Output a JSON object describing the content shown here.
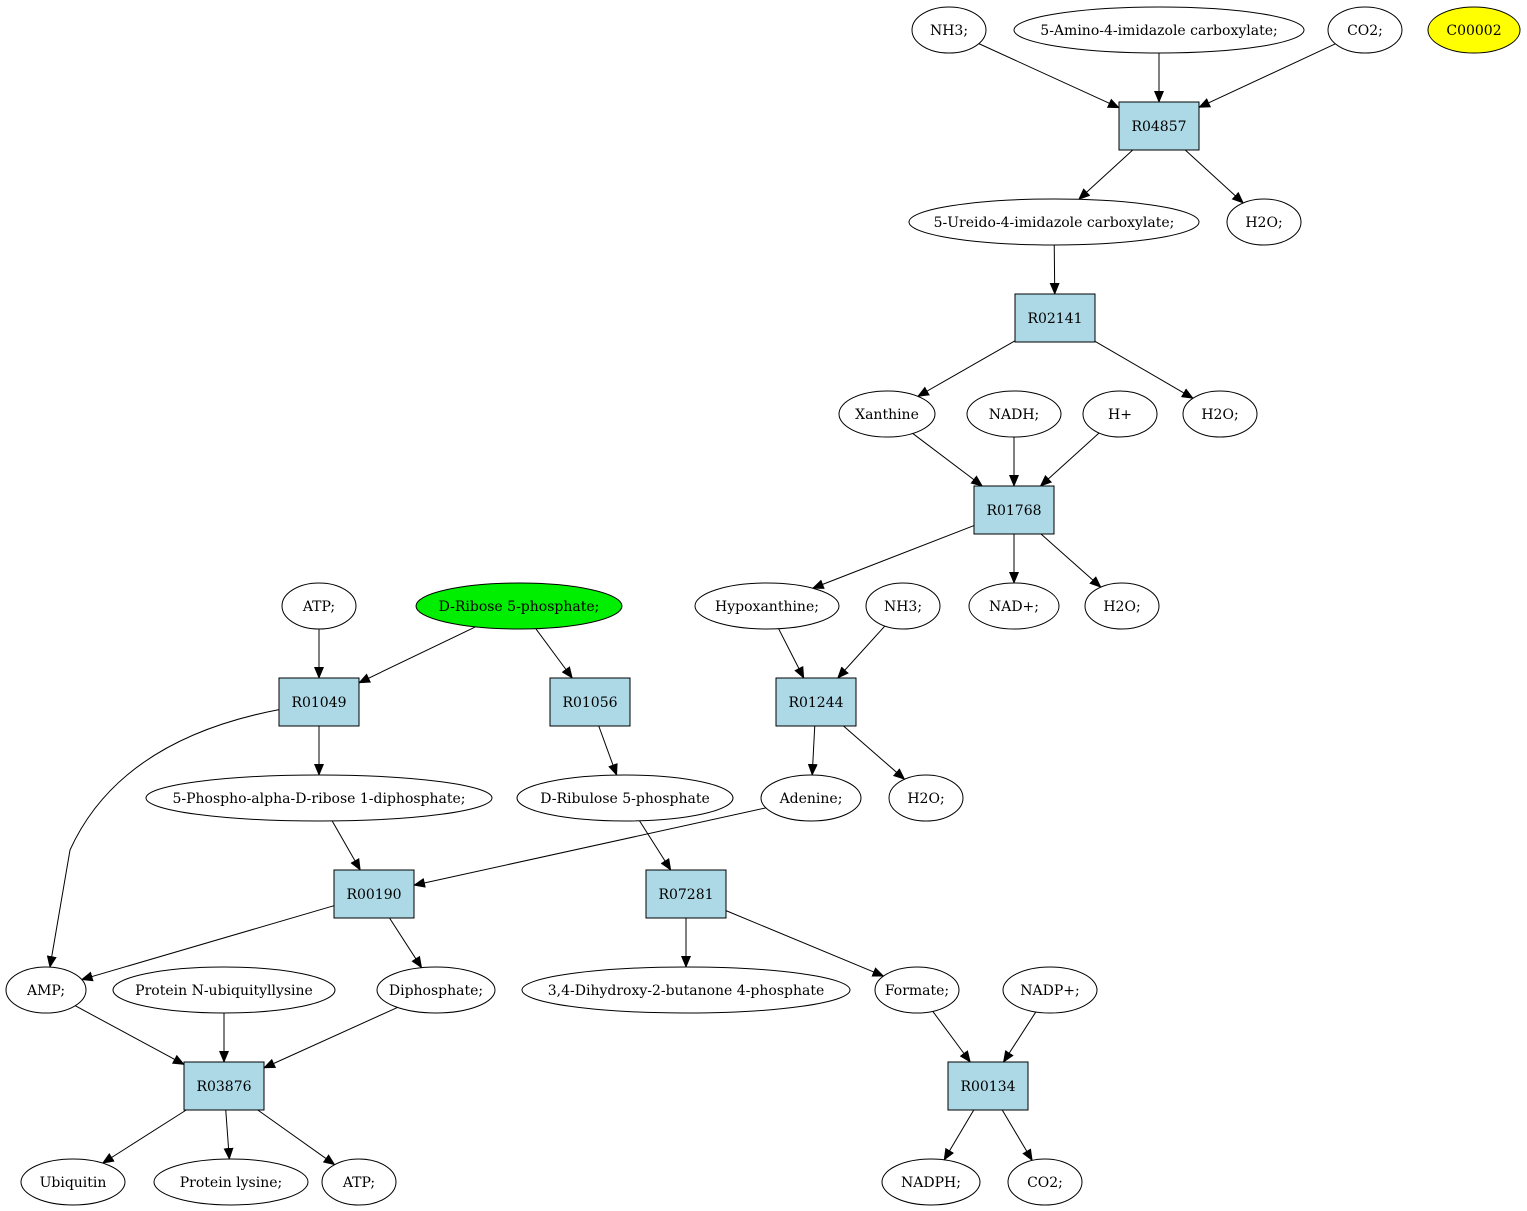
{
  "colors": {
    "compound_fill": "#ffffff",
    "reaction_fill": "#add8e6",
    "highlight_green": "#00ee00",
    "highlight_yellow": "#ffff00",
    "stroke": "#000000"
  },
  "nodes": [
    {
      "id": "c_nh3_1",
      "label": "NH3;",
      "kind": "compound"
    },
    {
      "id": "c_aica",
      "label": "5-Amino-4-imidazole carboxylate;",
      "kind": "compound"
    },
    {
      "id": "c_co2_1",
      "label": "CO2;",
      "kind": "compound"
    },
    {
      "id": "c_c00002",
      "label": "C00002",
      "kind": "compound",
      "fill": "highlight_yellow"
    },
    {
      "id": "r_R04857",
      "label": "R04857",
      "kind": "reaction"
    },
    {
      "id": "c_ureido",
      "label": "5-Ureido-4-imidazole carboxylate;",
      "kind": "compound"
    },
    {
      "id": "c_h2o_1",
      "label": "H2O;",
      "kind": "compound"
    },
    {
      "id": "r_R02141",
      "label": "R02141",
      "kind": "reaction"
    },
    {
      "id": "c_xanthine",
      "label": "Xanthine",
      "kind": "compound"
    },
    {
      "id": "c_nadh",
      "label": "NADH;",
      "kind": "compound"
    },
    {
      "id": "c_hplus",
      "label": "H+",
      "kind": "compound"
    },
    {
      "id": "c_h2o_2",
      "label": "H2O;",
      "kind": "compound"
    },
    {
      "id": "r_R01768",
      "label": "R01768",
      "kind": "reaction"
    },
    {
      "id": "c_atp_1",
      "label": "ATP;",
      "kind": "compound"
    },
    {
      "id": "c_ribose5p",
      "label": "D-Ribose 5-phosphate;",
      "kind": "compound",
      "fill": "highlight_green"
    },
    {
      "id": "c_hypoxanthine",
      "label": "Hypoxanthine;",
      "kind": "compound"
    },
    {
      "id": "c_nh3_2",
      "label": "NH3;",
      "kind": "compound"
    },
    {
      "id": "c_nadplus",
      "label": "NAD+;",
      "kind": "compound"
    },
    {
      "id": "c_h2o_3",
      "label": "H2O;",
      "kind": "compound"
    },
    {
      "id": "r_R01049",
      "label": "R01049",
      "kind": "reaction"
    },
    {
      "id": "r_R01056",
      "label": "R01056",
      "kind": "reaction"
    },
    {
      "id": "r_R01244",
      "label": "R01244",
      "kind": "reaction"
    },
    {
      "id": "c_prpp",
      "label": "5-Phospho-alpha-D-ribose 1-diphosphate;",
      "kind": "compound"
    },
    {
      "id": "c_ribulose5p",
      "label": "D-Ribulose 5-phosphate",
      "kind": "compound"
    },
    {
      "id": "c_adenine",
      "label": "Adenine;",
      "kind": "compound"
    },
    {
      "id": "c_h2o_4",
      "label": "H2O;",
      "kind": "compound"
    },
    {
      "id": "r_R00190",
      "label": "R00190",
      "kind": "reaction"
    },
    {
      "id": "r_R07281",
      "label": "R07281",
      "kind": "reaction"
    },
    {
      "id": "c_amp",
      "label": "AMP;",
      "kind": "compound"
    },
    {
      "id": "c_protnubl",
      "label": "Protein N-ubiquityllysine",
      "kind": "compound"
    },
    {
      "id": "c_diphosphate",
      "label": "Diphosphate;",
      "kind": "compound"
    },
    {
      "id": "c_dhbp",
      "label": "3,4-Dihydroxy-2-butanone 4-phosphate",
      "kind": "compound"
    },
    {
      "id": "c_formate",
      "label": "Formate;",
      "kind": "compound"
    },
    {
      "id": "c_nadpplus",
      "label": "NADP+;",
      "kind": "compound"
    },
    {
      "id": "r_R03876",
      "label": "R03876",
      "kind": "reaction"
    },
    {
      "id": "r_R00134",
      "label": "R00134",
      "kind": "reaction"
    },
    {
      "id": "c_ubiquitin",
      "label": "Ubiquitin",
      "kind": "compound"
    },
    {
      "id": "c_protlys",
      "label": "Protein lysine;",
      "kind": "compound"
    },
    {
      "id": "c_atp_2",
      "label": "ATP;",
      "kind": "compound"
    },
    {
      "id": "c_nadph",
      "label": "NADPH;",
      "kind": "compound"
    },
    {
      "id": "c_co2_2",
      "label": "CO2;",
      "kind": "compound"
    }
  ],
  "edges": [
    {
      "from": "c_nh3_1",
      "to": "r_R04857"
    },
    {
      "from": "c_aica",
      "to": "r_R04857"
    },
    {
      "from": "c_co2_1",
      "to": "r_R04857"
    },
    {
      "from": "r_R04857",
      "to": "c_ureido"
    },
    {
      "from": "r_R04857",
      "to": "c_h2o_1"
    },
    {
      "from": "c_ureido",
      "to": "r_R02141"
    },
    {
      "from": "r_R02141",
      "to": "c_xanthine"
    },
    {
      "from": "r_R02141",
      "to": "c_h2o_2"
    },
    {
      "from": "c_xanthine",
      "to": "r_R01768"
    },
    {
      "from": "c_nadh",
      "to": "r_R01768"
    },
    {
      "from": "c_hplus",
      "to": "r_R01768"
    },
    {
      "from": "r_R01768",
      "to": "c_hypoxanthine"
    },
    {
      "from": "r_R01768",
      "to": "c_nadplus"
    },
    {
      "from": "r_R01768",
      "to": "c_h2o_3"
    },
    {
      "from": "c_atp_1",
      "to": "r_R01049"
    },
    {
      "from": "c_ribose5p",
      "to": "r_R01049"
    },
    {
      "from": "c_ribose5p",
      "to": "r_R01056"
    },
    {
      "from": "c_hypoxanthine",
      "to": "r_R01244"
    },
    {
      "from": "c_nh3_2",
      "to": "r_R01244"
    },
    {
      "from": "r_R01049",
      "to": "c_prpp"
    },
    {
      "from": "r_R01049",
      "to": "c_amp"
    },
    {
      "from": "r_R01056",
      "to": "c_ribulose5p"
    },
    {
      "from": "r_R01244",
      "to": "c_adenine"
    },
    {
      "from": "r_R01244",
      "to": "c_h2o_4"
    },
    {
      "from": "c_prpp",
      "to": "r_R00190"
    },
    {
      "from": "c_adenine",
      "to": "r_R00190"
    },
    {
      "from": "c_ribulose5p",
      "to": "r_R07281"
    },
    {
      "from": "r_R00190",
      "to": "c_amp"
    },
    {
      "from": "r_R00190",
      "to": "c_diphosphate"
    },
    {
      "from": "r_R07281",
      "to": "c_dhbp"
    },
    {
      "from": "r_R07281",
      "to": "c_formate"
    },
    {
      "from": "c_amp",
      "to": "r_R03876"
    },
    {
      "from": "c_protnubl",
      "to": "r_R03876"
    },
    {
      "from": "c_diphosphate",
      "to": "r_R03876"
    },
    {
      "from": "c_formate",
      "to": "r_R00134"
    },
    {
      "from": "c_nadpplus",
      "to": "r_R00134"
    },
    {
      "from": "r_R03876",
      "to": "c_ubiquitin"
    },
    {
      "from": "r_R03876",
      "to": "c_protlys"
    },
    {
      "from": "r_R03876",
      "to": "c_atp_2"
    },
    {
      "from": "r_R00134",
      "to": "c_nadph"
    },
    {
      "from": "r_R00134",
      "to": "c_co2_2"
    }
  ]
}
